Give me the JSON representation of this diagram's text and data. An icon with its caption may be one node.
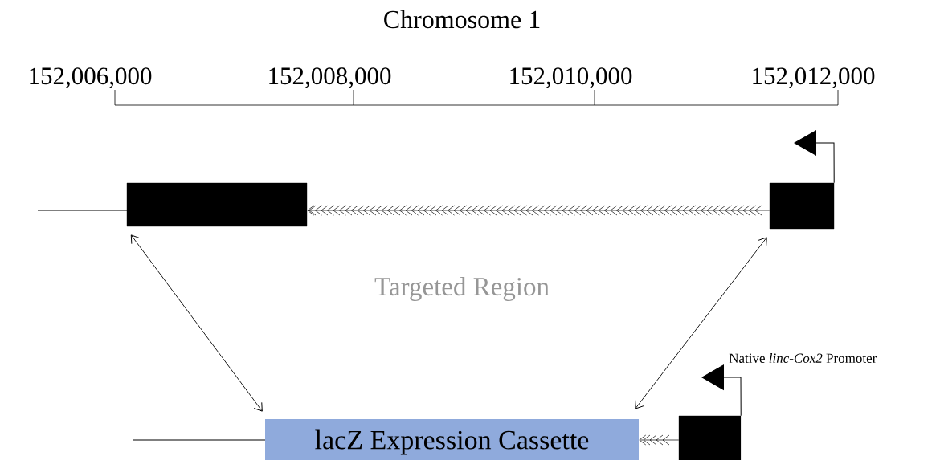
{
  "diagram": {
    "title": "Chromosome 1",
    "nodes": [
      {
        "text": [],
        "shape": "box"
      },
      {
        "text": [],
        "shape": "box"
      },
      {
        "text": [
          "lacZ Expression Cassette"
        ]
      },
      {
        "text": [],
        "shape": "box"
      },
      {
        "text": [
          "Native *linc-Cox2* Promoter"
        ]
      }
    ],
    "edges": [
      {
        "from": 0,
        "to": 2,
        "arrow": "both"
      },
      {
        "from": 1,
        "to": 2,
        "arrow": "both"
      },
      {
        "from": 1,
        "to": 0,
        "arrow": "to"
      },
      {
        "from": 3,
        "to": 2,
        "arrow": "to"
      },
      {
        "from": 1,
        "to": null,
        "arrow": "to"
      },
      {
        "from": 3,
        "to": 4,
        "arrow": "to"
      },
      {
        "from": null,
        "to": 0,
        "arrow": "none"
      },
      {
        "from": null,
        "to": 2,
        "arrow": "none"
      }
    ],
    "labels": [
      "152,006,000",
      "152,008,000",
      "152,010,000",
      "152,012,000",
      "Targeted Region"
    ]
  }
}
